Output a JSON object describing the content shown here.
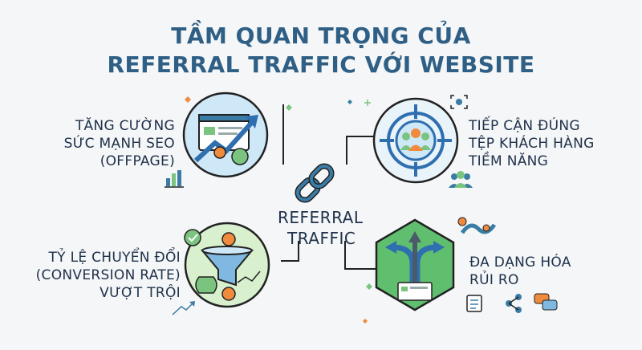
{
  "title": {
    "line1": "TẦM QUAN TRỌNG CỦA",
    "line2": "REFERRAL TRAFFIC VỚI WEBSITE"
  },
  "center": {
    "line1": "REFERRAL",
    "line2": "TRAFFIC",
    "icon": "chain-link-icon"
  },
  "nodes": [
    {
      "line1": "TĂNG CƯỜNG",
      "line2": "SỨC MẠNH SEO",
      "line3": "(OFFPAGE)",
      "icon": "seo-growth-chart-icon"
    },
    {
      "line1": "TIẾP CẬN ĐÚNG",
      "line2": "TỆP KHÁCH HÀNG",
      "line3": "TIỀM NĂNG",
      "icon": "target-audience-icon"
    },
    {
      "line1": "TỶ LỆ CHUYỂN ĐỔI",
      "line2": "(CONVERSION RATE)",
      "line3": "VƯỢT TRỘI",
      "icon": "conversion-funnel-icon"
    },
    {
      "line1": "ĐA DẠNG HÓA",
      "line2": "RỦI RO",
      "icon": "diverging-arrows-icon"
    }
  ],
  "colors": {
    "title": "#2f5f84",
    "text": "#20324a",
    "blue_circle": "#cfe8f7",
    "green_circle": "#d9f0cf",
    "hexagon": "#5fbf6f",
    "accent_orange": "#f08a3c"
  }
}
